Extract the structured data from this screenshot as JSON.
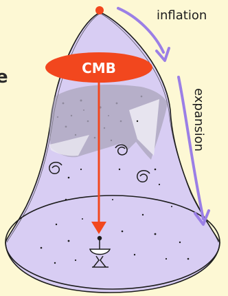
{
  "labels": {
    "inflation": "inflation",
    "expansion": "expansion",
    "cmb": "CMB",
    "edge_glyph": "e"
  },
  "colors": {
    "background": "#fdf8d4",
    "universe_fill": "#d8cdf3",
    "universe_outline": "#1c1c1c",
    "cmb_red": "#f2471e",
    "arrow_purple": "#9b7fe6",
    "structure_grey": "#8a8792"
  },
  "icons": {
    "origin": "origin-dot-icon",
    "telescope": "telescope-icon",
    "galaxy": "spiral-galaxy-icon"
  }
}
